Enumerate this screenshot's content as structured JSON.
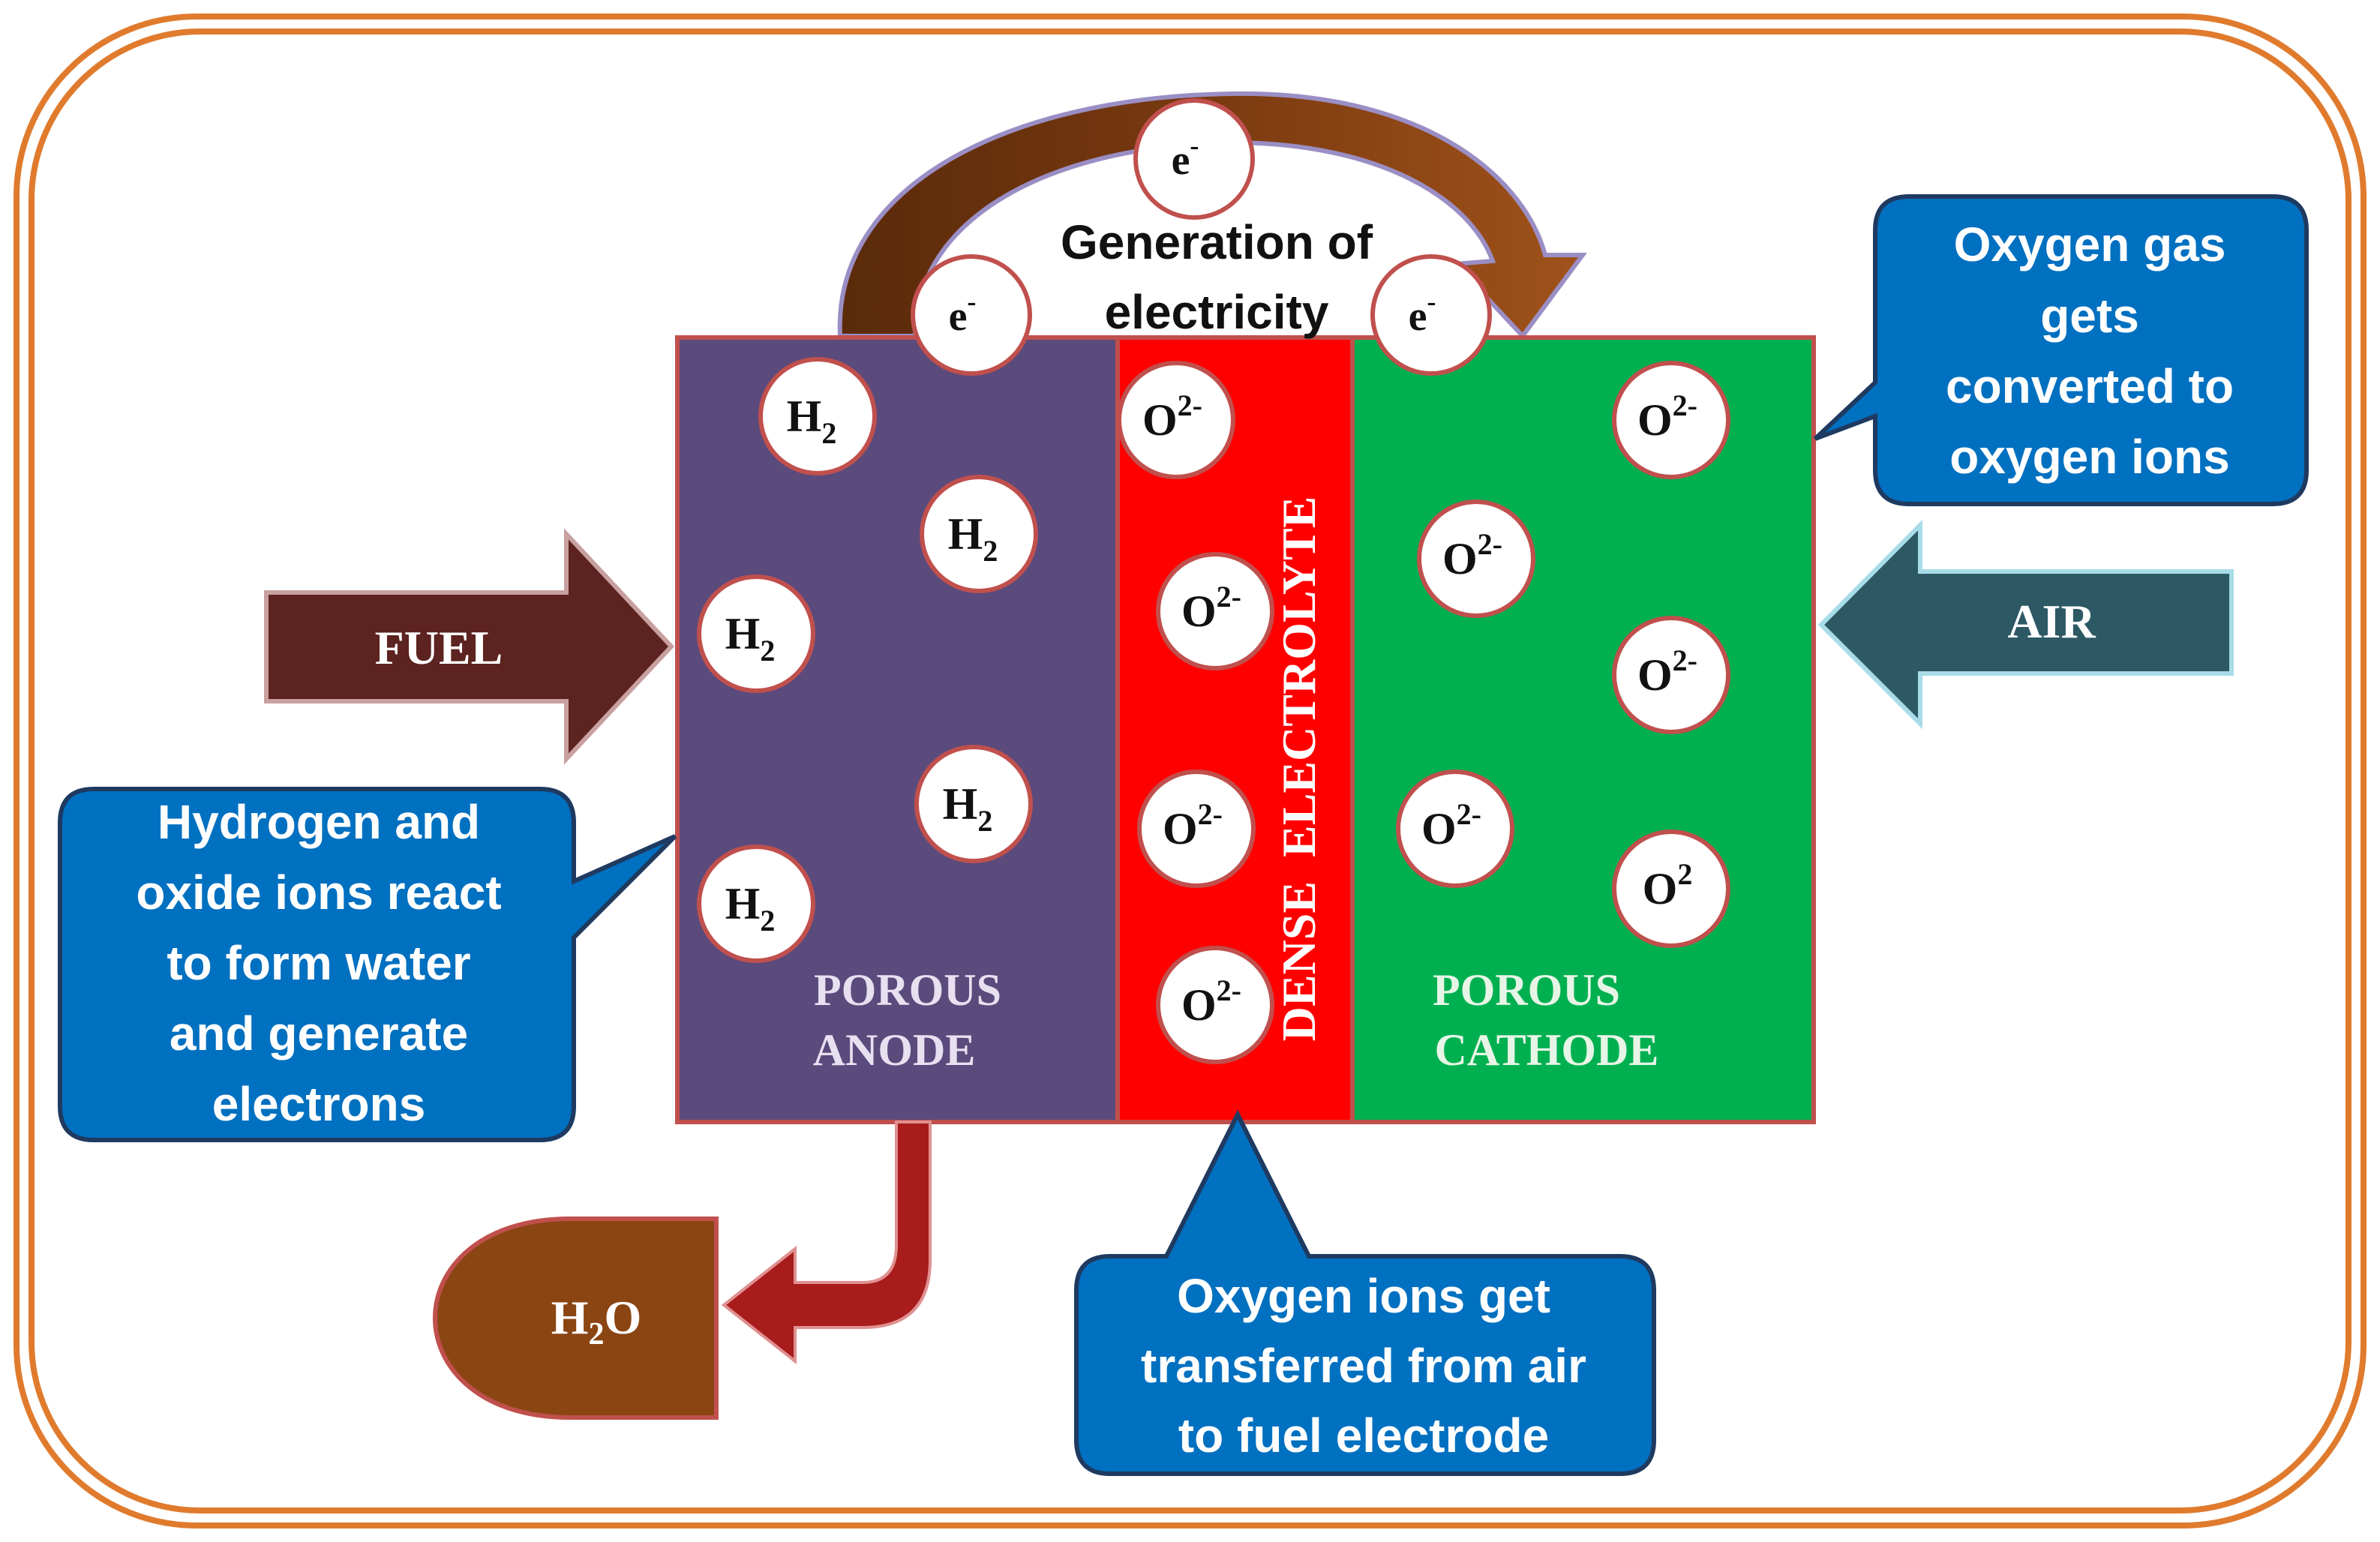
{
  "colors": {
    "frame": "#e07b2e",
    "anode": "#5b4a7c",
    "electrolyte": "#ff0000",
    "cathode": "#00b050",
    "callout": "#0070c0",
    "fuel_arrow": "#5c2320",
    "air_arrow": "#2d5965",
    "electron_arrow": "#8b4513",
    "water_pipe": "#a81c1c",
    "water_tank": "#8b4513",
    "ion_border": "#c0504d"
  },
  "electron_flow": {
    "electron_symbol": "e",
    "electron_charge": "-",
    "caption_line1": "Generation of",
    "caption_line2": "electricity"
  },
  "anode": {
    "label_line1": "POROUS",
    "label_line2": "ANODE",
    "ion_symbol": "H",
    "ion_subscript": "2"
  },
  "electrolyte": {
    "label": "DENSE  ELECTROLYTE",
    "ion_symbol": "O",
    "ion_charge": "2-"
  },
  "cathode": {
    "label_line1": "POROUS",
    "label_line2": "CATHODE",
    "ion_symbol": "O",
    "ion_charge": "2-",
    "last_ion_charge": "2"
  },
  "inputs": {
    "fuel": "FUEL",
    "air": "AIR"
  },
  "output": {
    "water_symbol": "H",
    "water_subscript": "2",
    "water_suffix": "O"
  },
  "callouts": {
    "cathode": [
      "Oxygen gas",
      "gets",
      "converted to",
      "oxygen ions"
    ],
    "anode": [
      "Hydrogen and",
      "oxide ions react",
      "to form water",
      "and generate",
      "electrons"
    ],
    "electrolyte": [
      "Oxygen ions get",
      "transferred from air",
      "to fuel electrode"
    ]
  }
}
